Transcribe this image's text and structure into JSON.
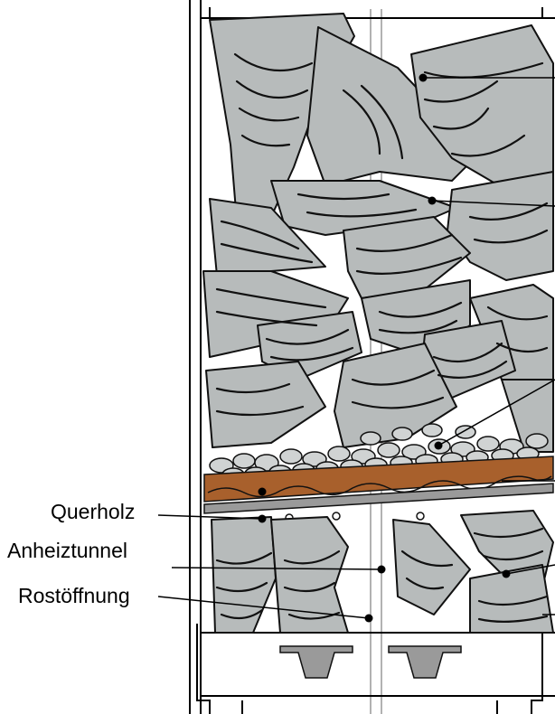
{
  "labels": {
    "querholz": "Querholz",
    "anheiztunnel": "Anheiztunnel",
    "rostoeffnung": "Rostöffnung"
  },
  "colors": {
    "wood": "#b7bbbb",
    "wood_dark": "#9ea2a2",
    "ember": "#a8602c",
    "stone": "#d0d3d3",
    "crossbar": "#9a9a9a",
    "line": "#000000"
  }
}
